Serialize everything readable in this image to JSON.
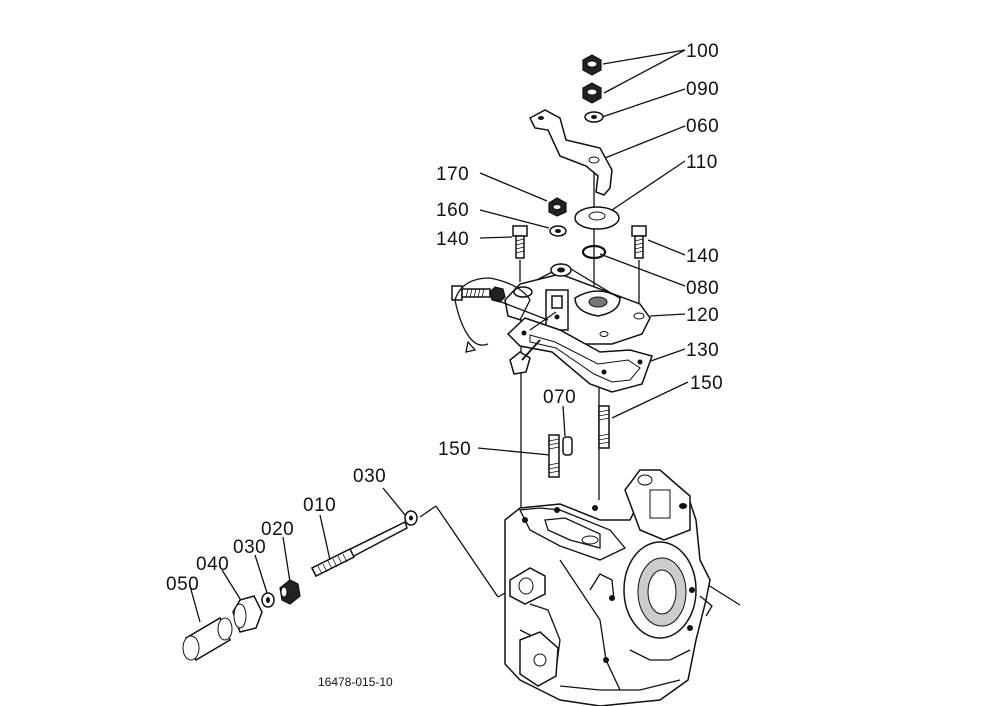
{
  "diagram": {
    "drawing_number": "16478-015-10",
    "part_labels": {
      "p100": "100",
      "p090": "090",
      "p060": "060",
      "p110": "110",
      "p170": "170",
      "p160": "160",
      "p140_left": "140",
      "p140_right": "140",
      "p080": "080",
      "p120": "120",
      "p130": "130",
      "p150_right": "150",
      "p070": "070",
      "p150_left": "150",
      "p030_top": "030",
      "p010": "010",
      "p020": "020",
      "p030_low": "030",
      "p040": "040",
      "p050": "050"
    }
  }
}
